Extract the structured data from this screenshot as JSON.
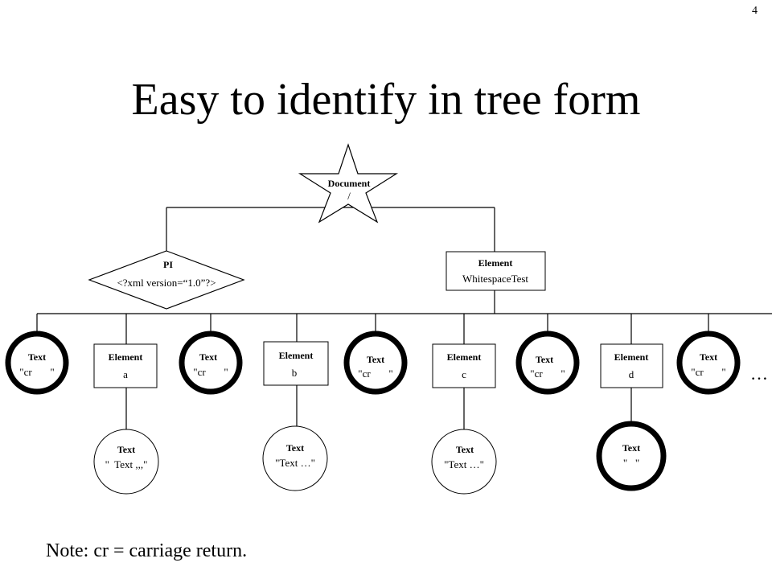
{
  "slide_number": "4",
  "title": "Easy to identify in tree form",
  "note": "Note: cr = carriage return.",
  "ellipsis": "…",
  "nodes": {
    "document": {
      "label": "Document",
      "value": "/"
    },
    "pi": {
      "label": "PI",
      "value": "<?xml version=“1.0”?>"
    },
    "root": {
      "label": "Element",
      "value": "WhitespaceTest"
    },
    "text1": {
      "label": "Text",
      "value": "\"cr       \""
    },
    "elem_a": {
      "label": "Element",
      "value": "a"
    },
    "text2": {
      "label": "Text",
      "value": "\"cr       \""
    },
    "elem_b": {
      "label": "Element",
      "value": "b"
    },
    "text3": {
      "label": "Text",
      "value": "\"cr       \""
    },
    "elem_c": {
      "label": "Element",
      "value": "c"
    },
    "text4": {
      "label": "Text",
      "value": "\"cr       \""
    },
    "elem_d": {
      "label": "Element",
      "value": "d"
    },
    "text5": {
      "label": "Text",
      "value": "\"cr       \""
    },
    "text_a": {
      "label": "Text",
      "value": "\"  Text ,,,\""
    },
    "text_b": {
      "label": "Text",
      "value": "\"Text …\""
    },
    "text_c": {
      "label": "Text",
      "value": "\"Text …\""
    },
    "text_d": {
      "label": "Text",
      "value": "\"   \""
    }
  }
}
